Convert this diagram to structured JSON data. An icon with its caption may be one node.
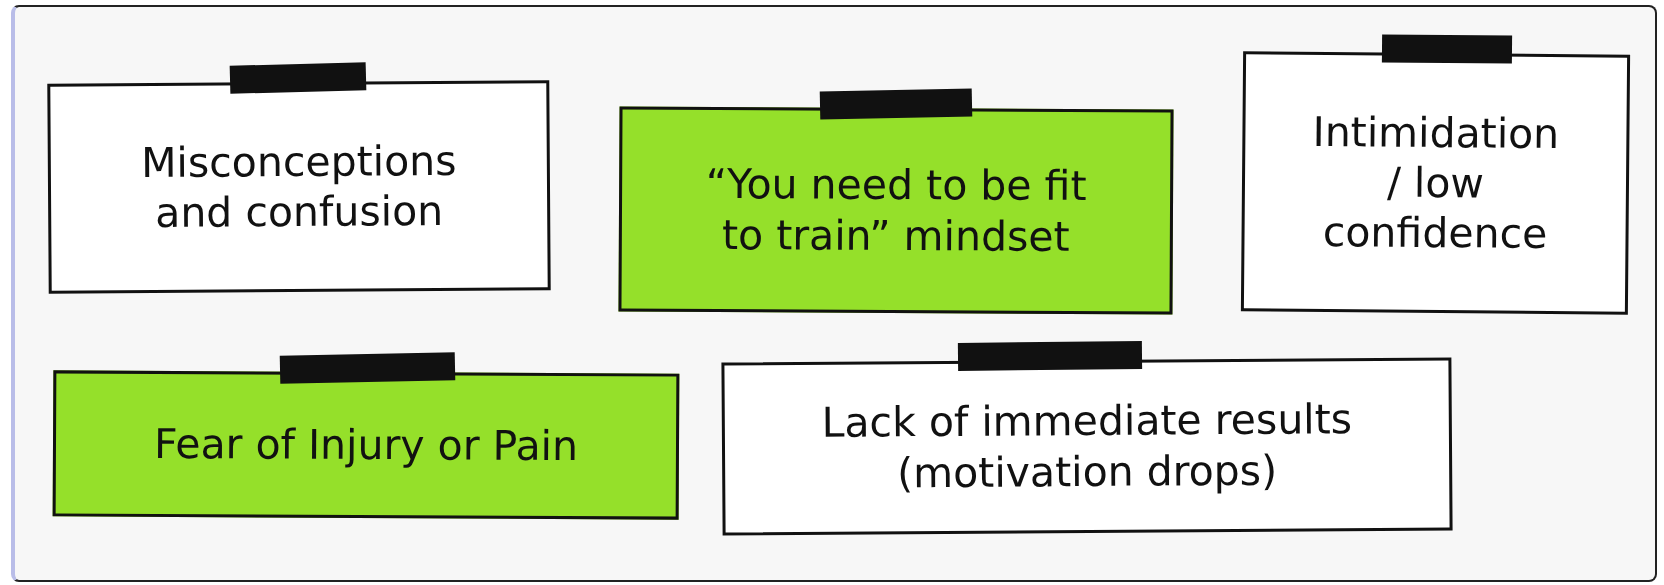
{
  "diagram": {
    "nodes": [
      {
        "text": [
          "Misconceptions and confusion"
        ]
      },
      {
        "text": [
          "“You need to be fit to train” mindset"
        ]
      },
      {
        "text": [
          "Intimidation / low confidence"
        ]
      },
      {
        "text": [
          "Fear of Injury or Pain"
        ]
      },
      {
        "text": [
          "Lack of immediate results (motivation drops)"
        ]
      }
    ],
    "edges": []
  }
}
